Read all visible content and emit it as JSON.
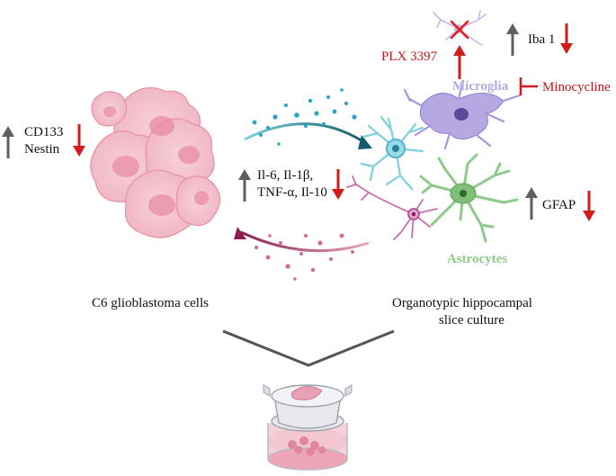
{
  "markers_left": {
    "line1": "CD133",
    "line2": "Nestin"
  },
  "cytokines": {
    "line1": "Il-6, Il-1β,",
    "line2": "TNF-α, Il-10"
  },
  "labels": {
    "c6": "C6 glioblastoma cells",
    "ohsc_line1": "Organotypic hippocampal",
    "ohsc_line2": "slice culture",
    "microglia": "Microglia",
    "astrocytes": "Astrocytes",
    "plx": "PLX 3397",
    "minocycline": "Minocycline",
    "iba1": "Iba 1",
    "gfap": "GFAP"
  },
  "colors": {
    "up_arrow": "#5f5f5f",
    "down_arrow": "#d21c1c",
    "microglia": "#b5a8e3",
    "astrocyte": "#8fc98b",
    "neuron": "#7fd0e0",
    "tumor": "#f2b9c6"
  }
}
